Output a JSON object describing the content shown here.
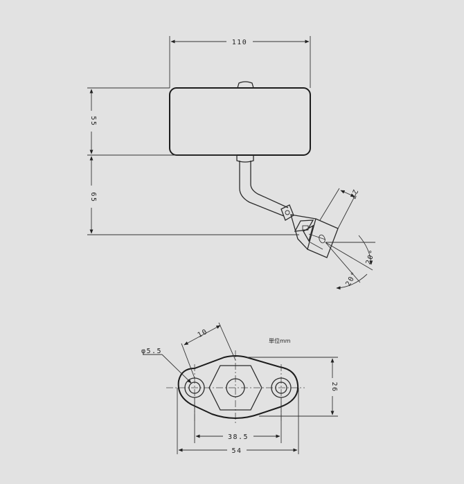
{
  "dimensions": {
    "width": "110",
    "height_upper": "55",
    "height_lower": "65",
    "arm_offset": "27",
    "angle_left": "20°",
    "angle_right": "20°",
    "hole_dia": "φ5.5",
    "center_offset": "10",
    "base_height": "26",
    "hole_spacing": "38.5",
    "base_width": "54"
  },
  "unit_note": "単位mm"
}
